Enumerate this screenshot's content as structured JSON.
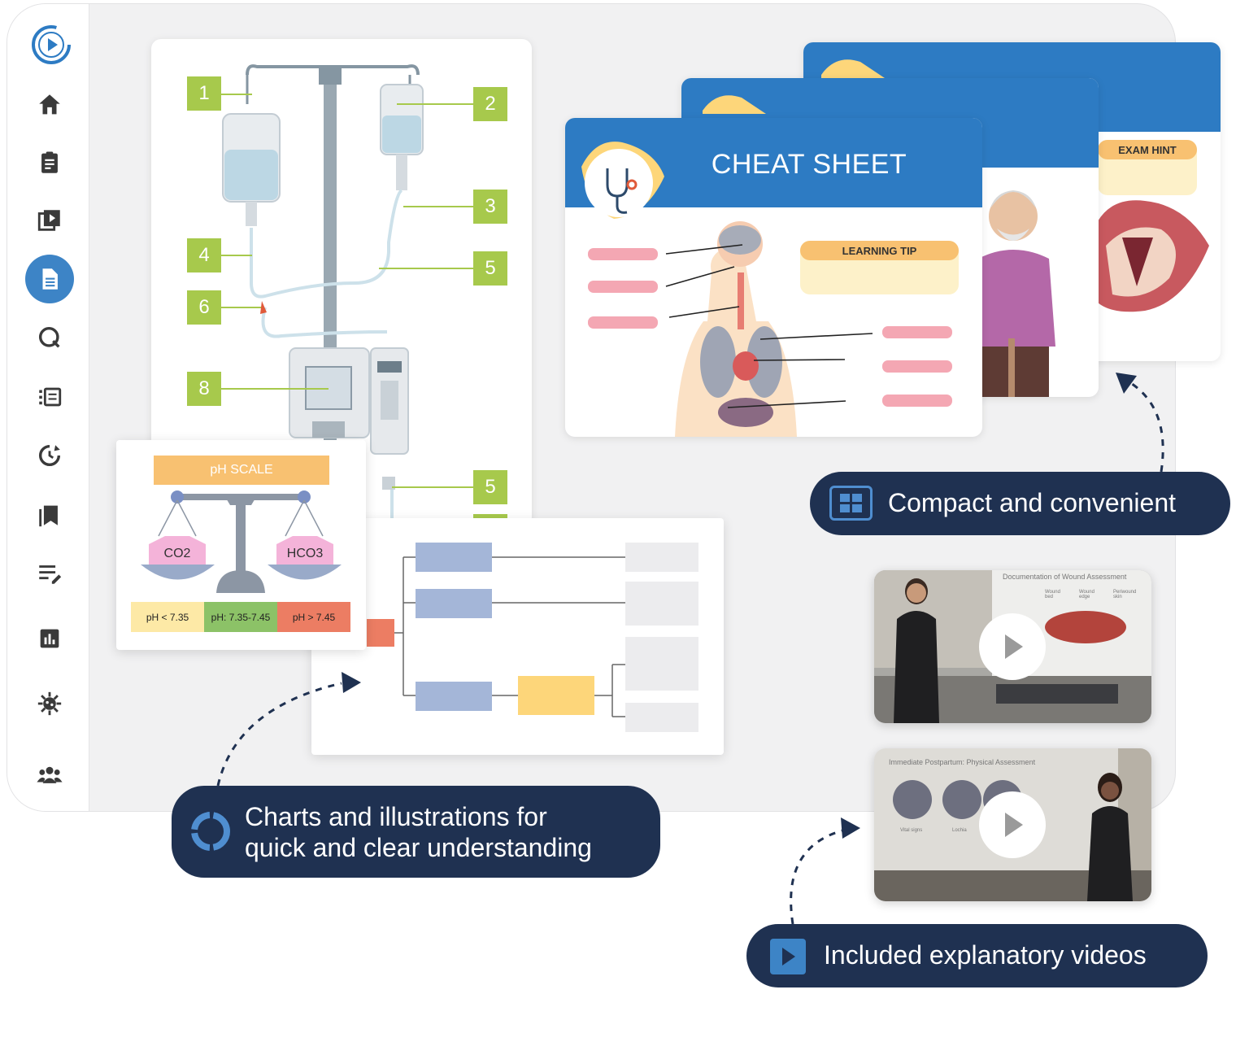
{
  "iv_diagram": {
    "labels": [
      "1",
      "2",
      "3",
      "4",
      "5",
      "6",
      "8",
      "5"
    ]
  },
  "ph_scale": {
    "title": "pH SCALE",
    "left_weight": "CO2",
    "right_weight": "HCO3",
    "ranges": [
      {
        "label": "pH < 7.35",
        "color": "#fde9a6"
      },
      {
        "label": "pH: 7.35-7.45",
        "color": "#8cc267"
      },
      {
        "label": "pH > 7.45",
        "color": "#ec7d63"
      }
    ]
  },
  "cheat_sheet": {
    "title": "CHEAT SHEET",
    "learning_tip": "LEARNING TIP",
    "exam_hint": "EXAM HINT"
  },
  "callouts": {
    "compact": "Compact and convenient",
    "charts_line1": "Charts and illustrations for",
    "charts_line2": "quick and clear understanding",
    "videos": "Included explanatory videos"
  },
  "videos": [
    {
      "title": "Documentation of Wound Assessment",
      "labels": [
        "Wound bed",
        "Wound edge",
        "Periwound skin"
      ]
    },
    {
      "title": "Immediate Postpartum: Physical Assessment",
      "labels": [
        "Vital signs",
        "Lochia"
      ]
    }
  ],
  "colors": {
    "accent_blue": "#2d7bc3",
    "sidebar_active": "#3d84c6",
    "callout_bg": "#1f3151",
    "label_green": "#a7c94c",
    "tip_yellow": "#f8c171"
  },
  "sidebar_icons": [
    "logo-icon",
    "home-icon",
    "clipboard-icon",
    "video-library-icon",
    "document-icon",
    "quiz-icon",
    "list-icon",
    "history-icon",
    "bookmark-icon",
    "notes-icon",
    "stats-icon",
    "virus-icon",
    "users-icon"
  ]
}
